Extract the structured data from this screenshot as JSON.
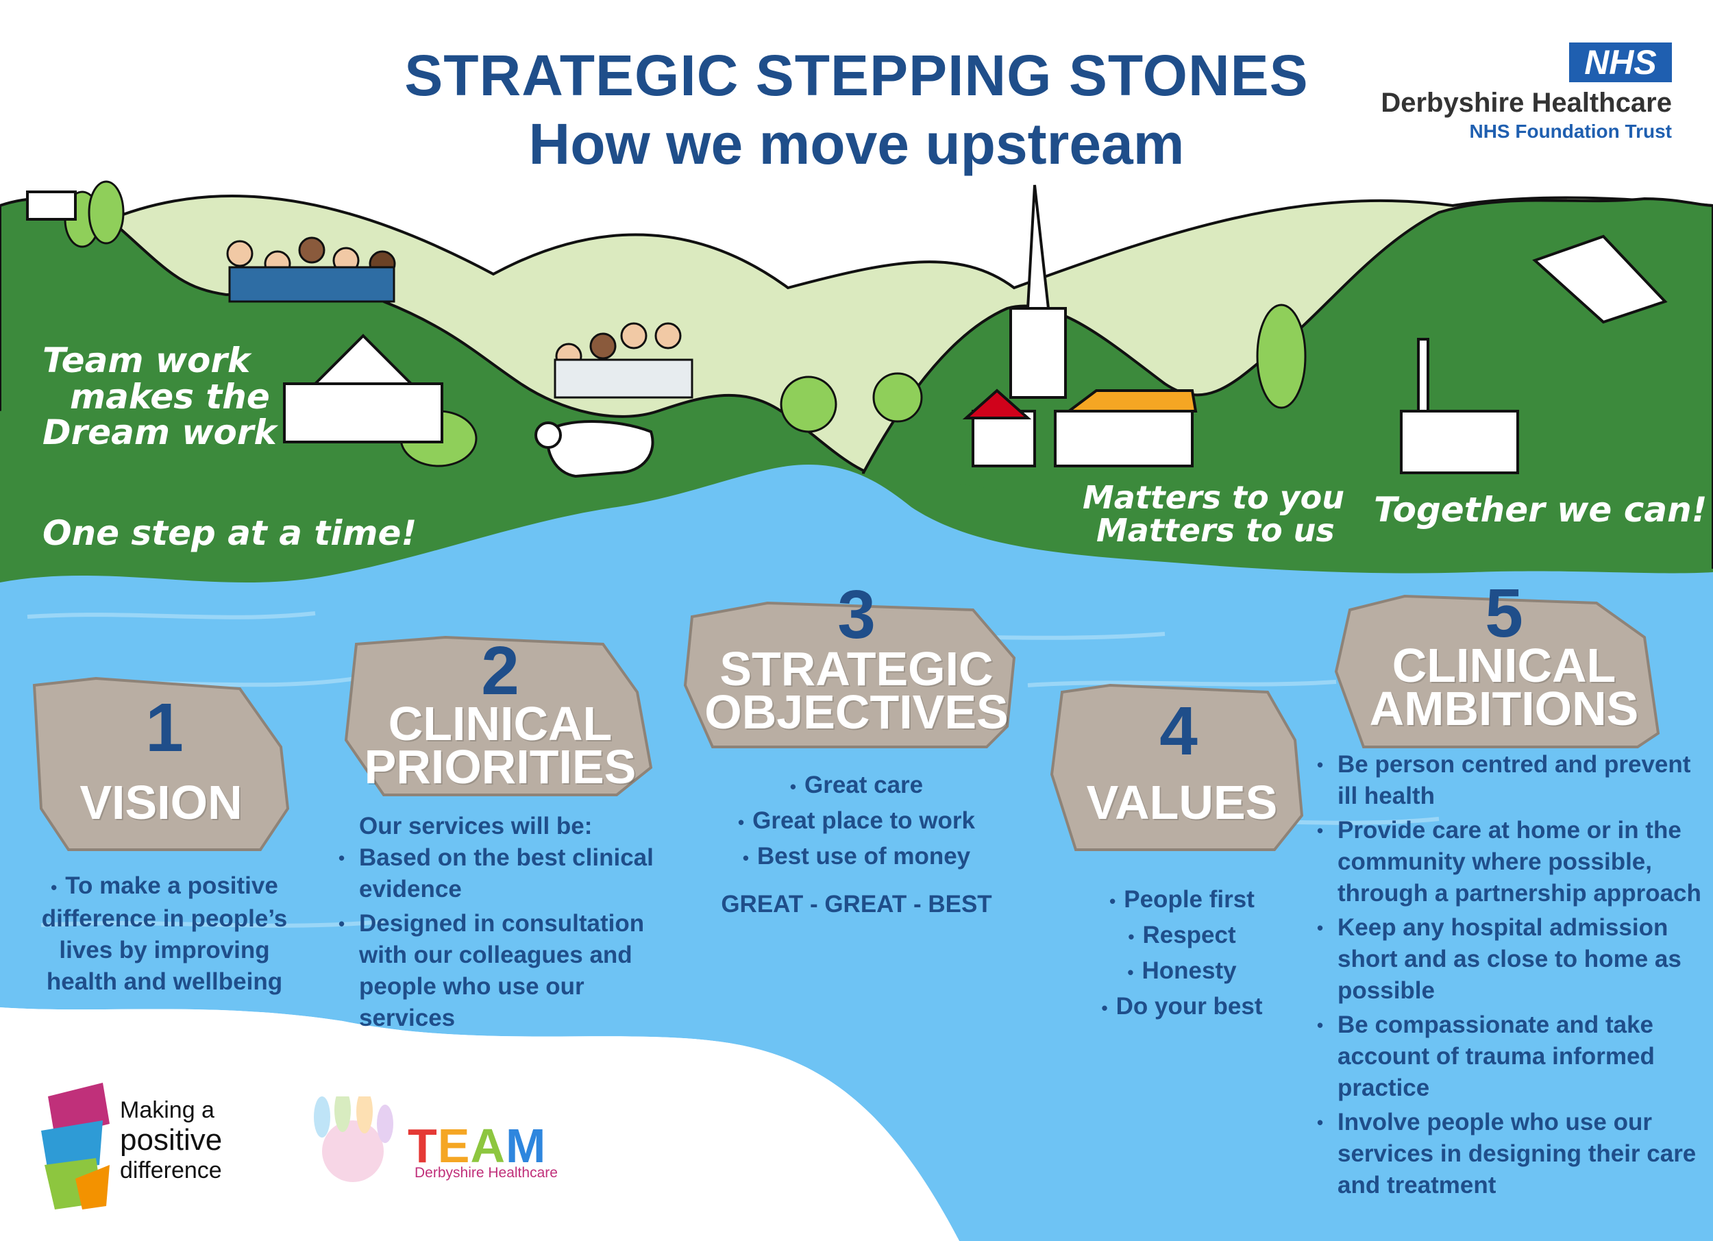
{
  "header": {
    "title_line1": "STRATEGIC STEPPING STONES",
    "title_line2": "How we move upstream"
  },
  "nhs_logo": {
    "badge": "NHS",
    "organisation": "Derbyshire Healthcare",
    "trust": "NHS Foundation Trust",
    "badge_color": "#1f5fb0"
  },
  "slogans": {
    "team_work": [
      "Team work",
      "makes the",
      "Dream work"
    ],
    "one_step": "One step at a time!",
    "matters": [
      "Matters to you",
      "Matters to us"
    ],
    "together": "Together we can!"
  },
  "stones": [
    {
      "number": "1",
      "label": [
        "VISION"
      ],
      "items": [
        "To make a positive difference in people’s lives by improving health and wellbeing"
      ]
    },
    {
      "number": "2",
      "label": [
        "CLINICAL",
        "PRIORITIES"
      ],
      "intro": "Our services will be:",
      "items": [
        "Based on the best clinical evidence",
        "Designed in consultation with our colleagues and people who use our services"
      ]
    },
    {
      "number": "3",
      "label": [
        "STRATEGIC",
        "OBJECTIVES"
      ],
      "items": [
        "Great care",
        "Great place to work",
        "Best use of money"
      ],
      "motto": "GREAT - GREAT - BEST"
    },
    {
      "number": "4",
      "label": [
        "VALUES"
      ],
      "items": [
        "People first",
        "Respect",
        "Honesty",
        "Do your best"
      ]
    },
    {
      "number": "5",
      "label": [
        "CLINICAL",
        "AMBITIONS"
      ],
      "items": [
        "Be person centred and prevent ill health",
        "Provide care at home or in the community where possible, through a partnership approach",
        "Keep any hospital admission short and as close to home as possible",
        "Be compassionate and take account of trauma informed practice",
        "Involve people who use our services in designing their care and treatment"
      ]
    }
  ],
  "footer": {
    "mpd": [
      "Making a",
      "positive",
      "difference"
    ],
    "team_word": "TEAM",
    "team_sub": "Derbyshire Healthcare"
  },
  "colors": {
    "title": "#1f4e8a",
    "river": "#6ec3f4",
    "grass": "#3c8a3c",
    "hills": "#d7e8b8",
    "stone": "#b9aea3"
  }
}
